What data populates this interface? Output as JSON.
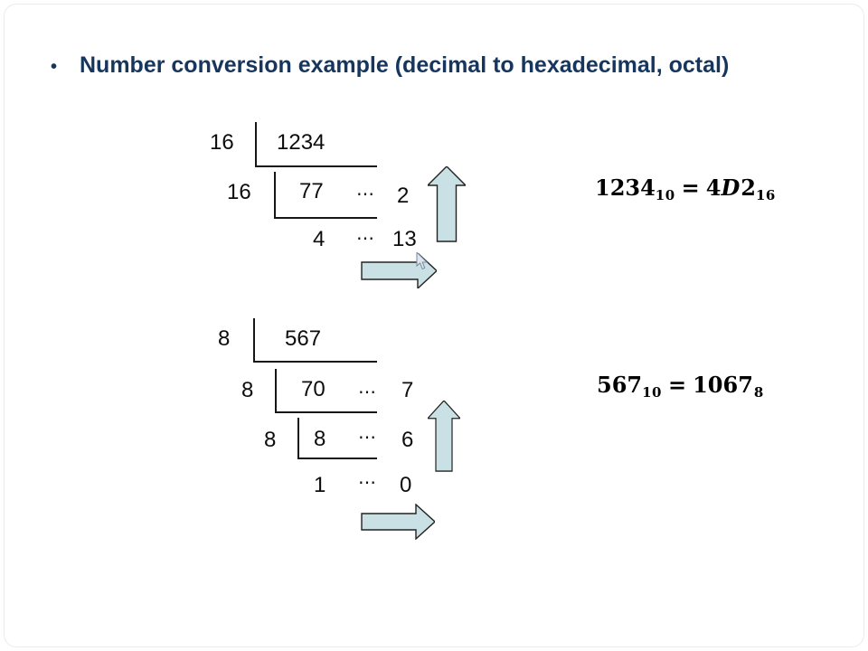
{
  "title": {
    "bullet": "•",
    "text": "Number conversion example (decimal to hexadecimal, octal)",
    "color": "#17365D"
  },
  "colors": {
    "title": "#17365D",
    "diagram_ink": "#0d0d0d",
    "arrow_fill": "#C9E1E4",
    "arrow_stroke": "#222222"
  },
  "hex_conversion": {
    "rows": {
      "r1": {
        "divisor": "16",
        "quotient": "1234"
      },
      "r2": {
        "divisor": "16",
        "quotient": "77",
        "dots": "⋯",
        "remainder": "2"
      },
      "r3": {
        "quotient": "4",
        "dots": "⋯",
        "remainder": "13"
      }
    },
    "formula": {
      "lhs": "1234",
      "lhs_sub": "10",
      "eq": "=",
      "rhs_main": "4",
      "rhs_italic": "D",
      "rhs_tail": "2",
      "rhs_sub": "16"
    }
  },
  "octal_conversion": {
    "rows": {
      "r1": {
        "divisor": "8",
        "quotient": "567"
      },
      "r2": {
        "divisor": "8",
        "quotient": "70",
        "dots": "⋯",
        "remainder": "7"
      },
      "r3": {
        "divisor": "8",
        "quotient": "8",
        "dots": "⋯",
        "remainder": "6"
      },
      "r4": {
        "quotient": "1",
        "dots": "⋯",
        "remainder": "0"
      }
    },
    "formula": {
      "lhs": "567",
      "lhs_sub": "10",
      "eq": "=",
      "rhs_main": "1067",
      "rhs_italic": "",
      "rhs_tail": "",
      "rhs_sub": "8"
    }
  }
}
